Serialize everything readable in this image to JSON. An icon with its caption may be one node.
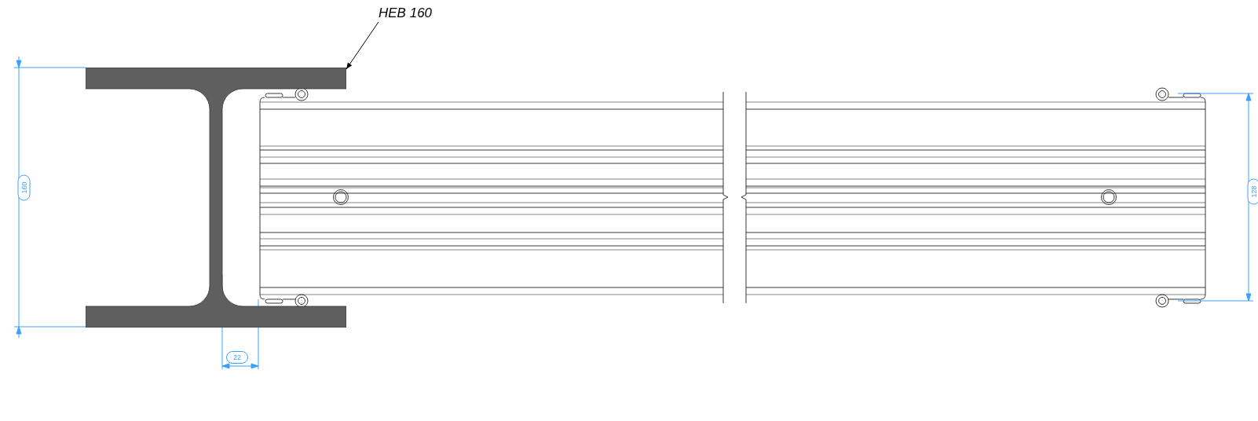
{
  "diagram": {
    "nodes": [
      {
        "text": [
          "HEB 160"
        ]
      },
      {
        "text": [],
        "shape": "picture"
      }
    ],
    "edges": [
      {
        "from": 0,
        "to": 1,
        "arrow": "to"
      }
    ],
    "labels": [
      "160",
      "22",
      "128"
    ]
  }
}
